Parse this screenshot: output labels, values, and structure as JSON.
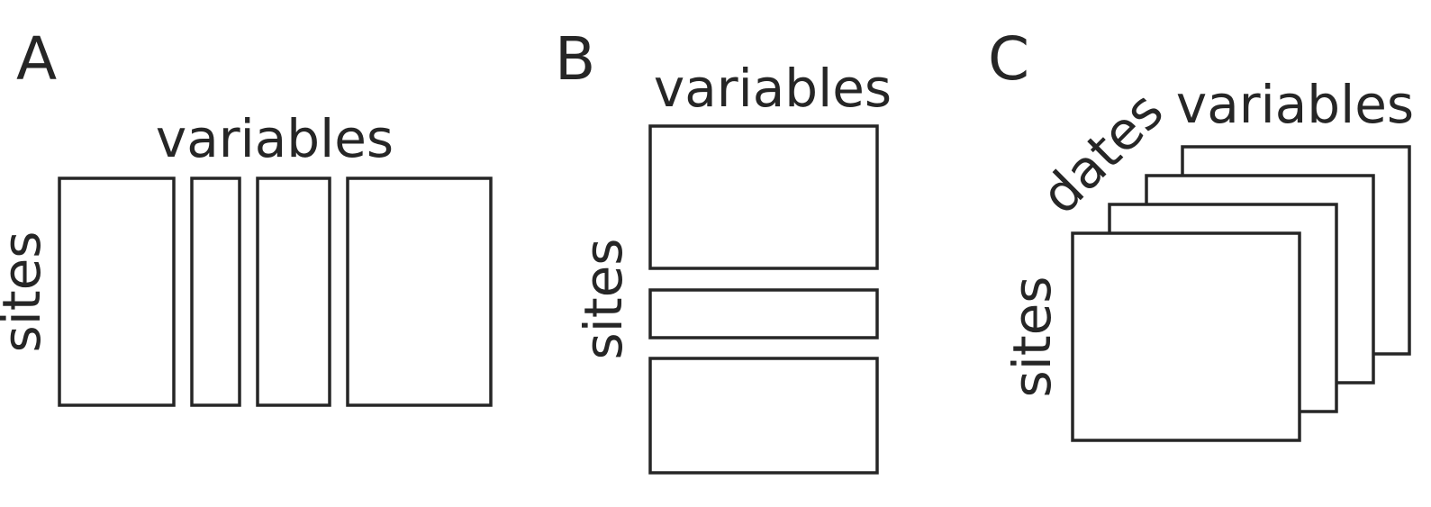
{
  "panels": {
    "a": {
      "letter": "A",
      "column_label": "variables",
      "row_label": "sites"
    },
    "b": {
      "letter": "B",
      "column_label": "variables",
      "row_label": "sites"
    },
    "c": {
      "letter": "C",
      "column_label": "variables",
      "row_label": "sites",
      "depth_label": "dates"
    }
  },
  "colors": {
    "ink": "#262626",
    "background": "#ffffff"
  }
}
